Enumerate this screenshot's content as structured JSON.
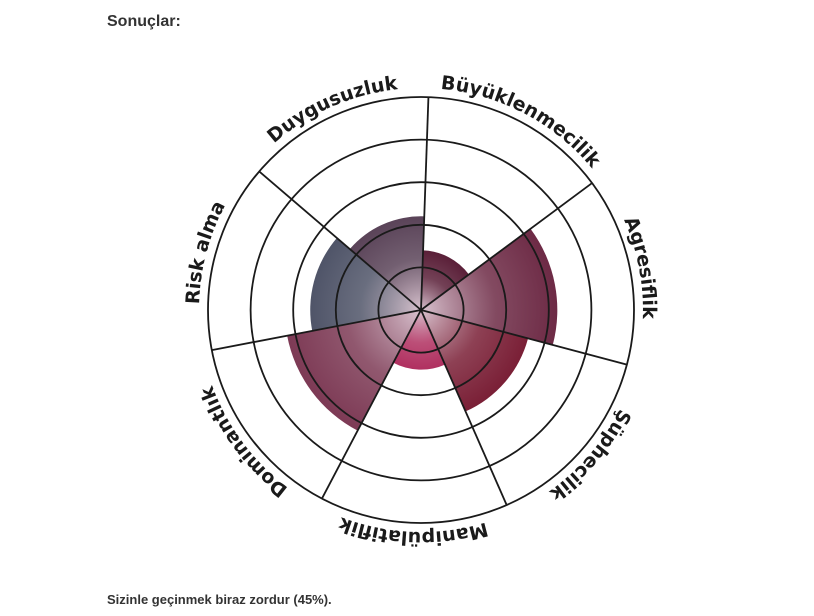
{
  "page": {
    "heading": "Sonuçlar:",
    "summary": "Sizinle geçinmek biraz zordur (45%)."
  },
  "chart_data": {
    "type": "polar-area",
    "title": "",
    "rings": 5,
    "rlim": [
      0,
      5
    ],
    "grid": true,
    "legend": "none",
    "categories": [
      "Büyüklenmecilik",
      "Agresiflik",
      "Şüphecilik",
      "Manipülatiflik",
      "Dominantlık",
      "Risk alma",
      "Duygusuzluk"
    ],
    "values": [
      1.4,
      3.2,
      2.6,
      1.4,
      3.2,
      2.6,
      2.2
    ],
    "colors": {
      "Büyüklenmecilik": "#5a1f38",
      "Agresiflik": "#6d2a45",
      "Şüphecilik": "#7a1f36",
      "Manipülatiflik": "#b03060",
      "Dominantlık": "#7d3a55",
      "Risk alma": "#4f5468",
      "Duygusuzluk": "#5a4358"
    },
    "grid_color": "#1a1a1a"
  }
}
